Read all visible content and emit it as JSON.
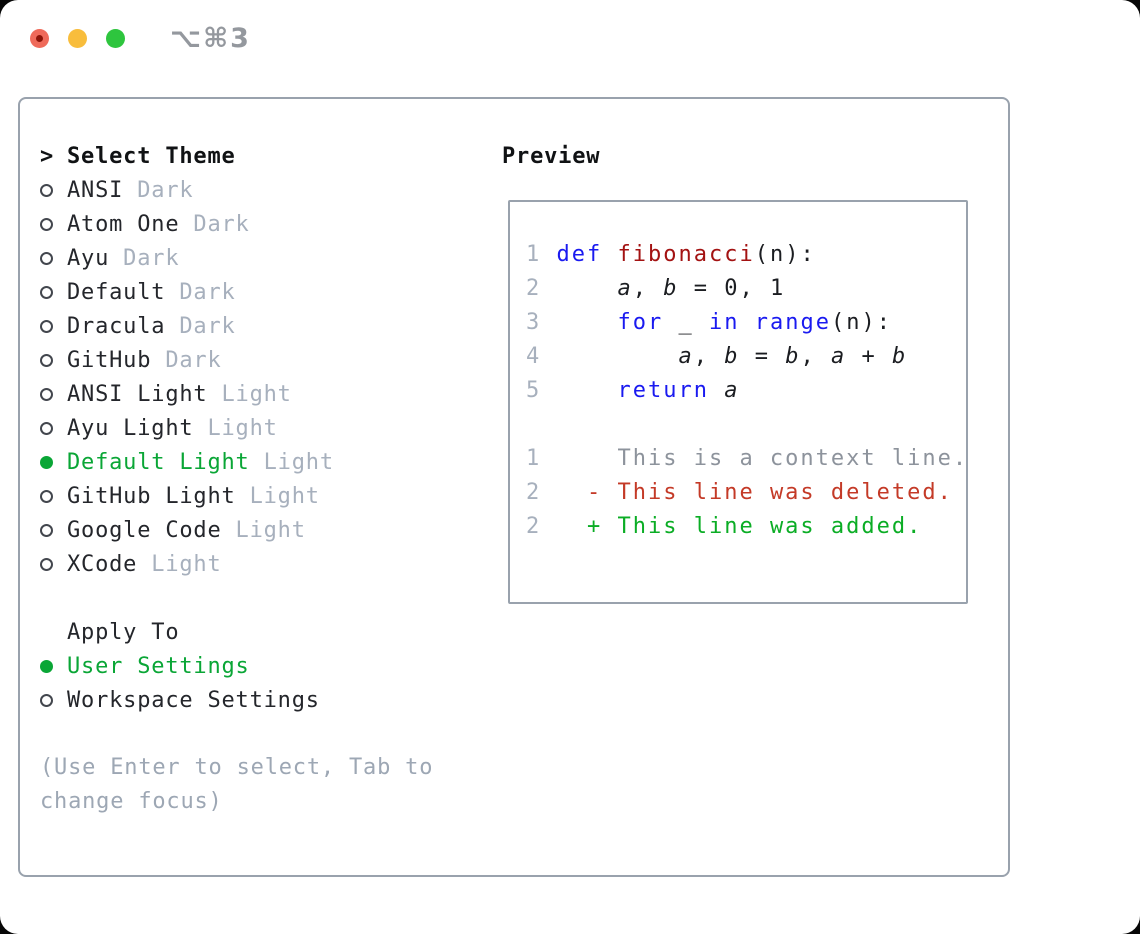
{
  "window": {
    "title": "⌥⌘3",
    "traffic_lights": [
      "close",
      "minimize",
      "zoom"
    ]
  },
  "colors": {
    "accent_green": "#0aa636",
    "muted_gray": "#a7b0bd",
    "hint_gray": "#9da7b4",
    "border_gray": "#99a2ad",
    "keyword_blue": "#1a1af0",
    "function_red": "#a31212",
    "diff_deleted_red": "#c43a27",
    "diff_added_green": "#0bad25",
    "traffic_red": "#ef6a5a",
    "traffic_yellow": "#f8bd3c",
    "traffic_green": "#2ec53e"
  },
  "theme_selector": {
    "header_prefix": ">",
    "header": "Select Theme",
    "items": [
      {
        "name": "ANSI",
        "variant": " Dark",
        "selected": false
      },
      {
        "name": "Atom One",
        "variant": " Dark",
        "selected": false
      },
      {
        "name": "Ayu",
        "variant": " Dark",
        "selected": false
      },
      {
        "name": "Default",
        "variant": " Dark",
        "selected": false
      },
      {
        "name": "Dracula",
        "variant": " Dark",
        "selected": false
      },
      {
        "name": "GitHub",
        "variant": " Dark",
        "selected": false
      },
      {
        "name": "ANSI Light",
        "variant": " Light",
        "selected": false
      },
      {
        "name": "Ayu Light",
        "variant": " Light",
        "selected": false
      },
      {
        "name": "Default Light",
        "variant": " Light",
        "selected": true
      },
      {
        "name": "GitHub Light",
        "variant": " Light",
        "selected": false
      },
      {
        "name": "Google Code",
        "variant": " Light",
        "selected": false
      },
      {
        "name": "XCode",
        "variant": " Light",
        "selected": false
      }
    ],
    "apply_to": {
      "header": "Apply To",
      "options": [
        {
          "label": "User Settings",
          "selected": true
        },
        {
          "label": "Workspace Settings",
          "selected": false
        }
      ]
    },
    "hint": "(Use Enter to select, Tab to change focus)"
  },
  "preview": {
    "header": "Preview",
    "lines": [
      {
        "segments": [
          {
            "style": "num",
            "text": "1"
          },
          {
            "style": "plain",
            "text": " "
          },
          {
            "style": "kw",
            "text": "def"
          },
          {
            "style": "plain",
            "text": " "
          },
          {
            "style": "fn",
            "text": "fibonacci"
          },
          {
            "style": "plain",
            "text": "(n):"
          }
        ]
      },
      {
        "segments": [
          {
            "style": "num",
            "text": "2"
          },
          {
            "style": "plain",
            "text": "     "
          },
          {
            "style": "var",
            "text": "a"
          },
          {
            "style": "plain",
            "text": ", "
          },
          {
            "style": "var",
            "text": "b"
          },
          {
            "style": "plain",
            "text": " = 0, 1"
          }
        ]
      },
      {
        "segments": [
          {
            "style": "num",
            "text": "3"
          },
          {
            "style": "plain",
            "text": "     "
          },
          {
            "style": "kw",
            "text": "for"
          },
          {
            "style": "plain",
            "text": " _ "
          },
          {
            "style": "kw",
            "text": "in"
          },
          {
            "style": "plain",
            "text": " "
          },
          {
            "style": "kw",
            "text": "range"
          },
          {
            "style": "plain",
            "text": "(n):"
          }
        ]
      },
      {
        "segments": [
          {
            "style": "num",
            "text": "4"
          },
          {
            "style": "plain",
            "text": "         "
          },
          {
            "style": "var",
            "text": "a"
          },
          {
            "style": "plain",
            "text": ", "
          },
          {
            "style": "var",
            "text": "b"
          },
          {
            "style": "plain",
            "text": " = "
          },
          {
            "style": "var",
            "text": "b"
          },
          {
            "style": "plain",
            "text": ", "
          },
          {
            "style": "var",
            "text": "a"
          },
          {
            "style": "plain",
            "text": " + "
          },
          {
            "style": "var",
            "text": "b"
          }
        ]
      },
      {
        "segments": [
          {
            "style": "num",
            "text": "5"
          },
          {
            "style": "plain",
            "text": "     "
          },
          {
            "style": "kw",
            "text": "return"
          },
          {
            "style": "plain",
            "text": " "
          },
          {
            "style": "var",
            "text": "a"
          }
        ]
      },
      {
        "segments": []
      },
      {
        "segments": [
          {
            "style": "num",
            "text": "1"
          },
          {
            "style": "plain",
            "text": "     "
          },
          {
            "style": "ctx",
            "text": "This is a context line."
          }
        ]
      },
      {
        "segments": [
          {
            "style": "num",
            "text": "2"
          },
          {
            "style": "plain",
            "text": "   "
          },
          {
            "style": "del",
            "text": "- This line was deleted."
          }
        ]
      },
      {
        "segments": [
          {
            "style": "num",
            "text": "2"
          },
          {
            "style": "plain",
            "text": "   "
          },
          {
            "style": "add",
            "text": "+ This line was added."
          }
        ]
      }
    ]
  }
}
